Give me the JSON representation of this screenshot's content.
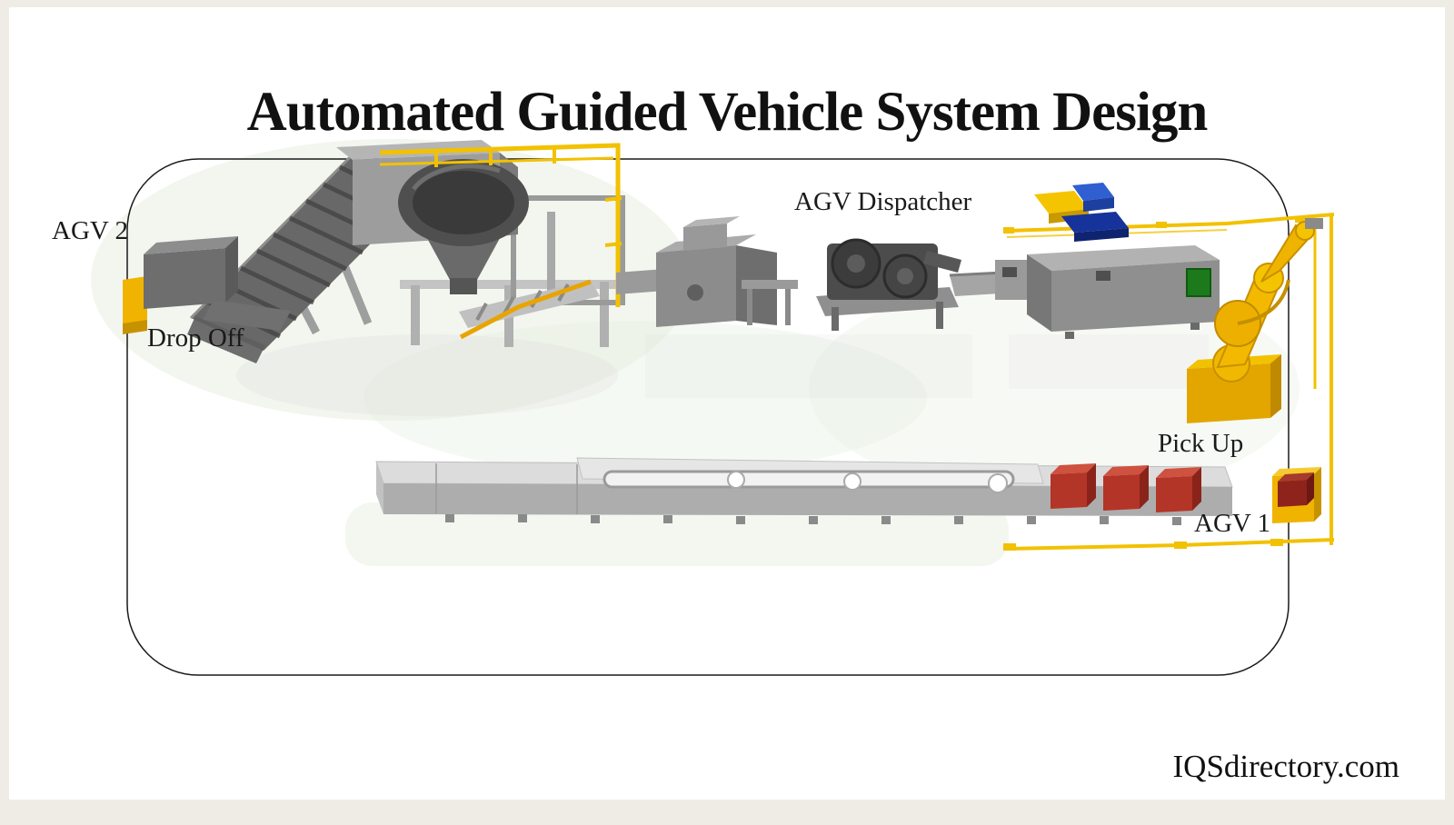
{
  "title": "Automated Guided Vehicle System Design",
  "labels": {
    "agv2": "AGV 2",
    "drop_off": "Drop Off",
    "dispatcher": "AGV Dispatcher",
    "pick_up": "Pick Up",
    "agv1": "AGV 1"
  },
  "watermark": "IQSdirectory.com",
  "colors": {
    "accent_yellow": "#f2c100",
    "robot_yellow": "#f0b800",
    "machine_gray": "#8c8c8c",
    "dark_gray": "#4c4c4c",
    "light_gray": "#dcdcdc",
    "load_red": "#b33527",
    "pallet_blue": "#2f5fd0",
    "pallet_dark_blue": "#16339b",
    "status_green": "#1c7a1c",
    "floor_tint": "#e7efe2",
    "outline": "#1a1a1a"
  }
}
